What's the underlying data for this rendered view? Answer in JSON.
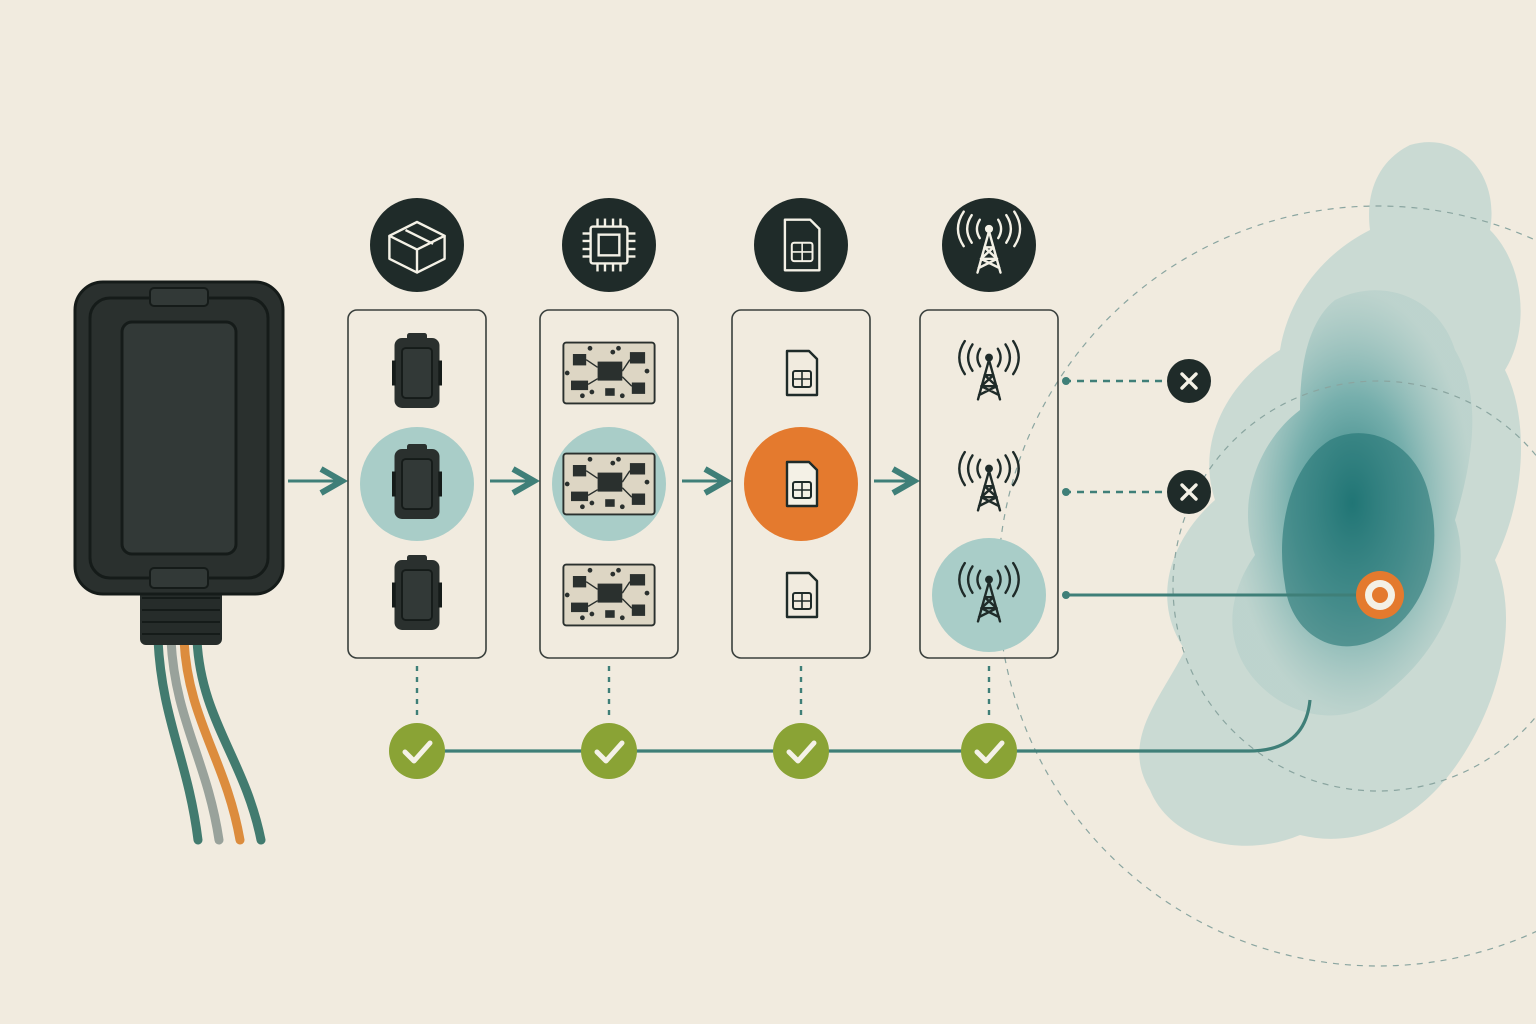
{
  "colors": {
    "background": "#f1ebdf",
    "dark": "#1f2b29",
    "device": "#2a302e",
    "panel_stroke": "#3a403d",
    "teal": "#3f7f78",
    "teal_light": "#a9cdc8",
    "map_teal": "#2f8585",
    "orange": "#e47a2e",
    "green": "#8aa335",
    "wire_green": "#2f6f63",
    "wire_orange": "#d9822b",
    "wire_grey": "#8f9a94"
  },
  "tracker": {
    "icon": "gps-tracker-device-icon",
    "wires": 4
  },
  "stages": [
    {
      "key": "enclosure",
      "header_icon": "box-icon",
      "option_icon": "enclosure-icon",
      "options": 3,
      "selected_option": 1,
      "highlight": "teal_light",
      "validated": true
    },
    {
      "key": "module",
      "header_icon": "chip-icon",
      "option_icon": "circuit-board-icon",
      "options": 3,
      "selected_option": 1,
      "highlight": "teal_light",
      "validated": true
    },
    {
      "key": "sim",
      "header_icon": "sim-card-icon",
      "option_icon": "sim-card-icon",
      "options": 3,
      "selected_option": 1,
      "highlight": "orange",
      "validated": true
    },
    {
      "key": "network",
      "header_icon": "cell-tower-icon",
      "option_icon": "cell-tower-icon",
      "options": 3,
      "selected_option": 2,
      "highlight": "teal_light",
      "validated": true
    }
  ],
  "network_results": [
    {
      "option": 0,
      "result": "rejected",
      "icon": "x-icon"
    },
    {
      "option": 1,
      "result": "rejected",
      "icon": "x-icon"
    },
    {
      "option": 2,
      "result": "connected",
      "icon": "location-marker-icon"
    }
  ],
  "validation": {
    "icon": "check-icon",
    "count": 4
  },
  "coverage_map": {
    "icon": "coverage-map-icon",
    "marker_color": "orange"
  }
}
